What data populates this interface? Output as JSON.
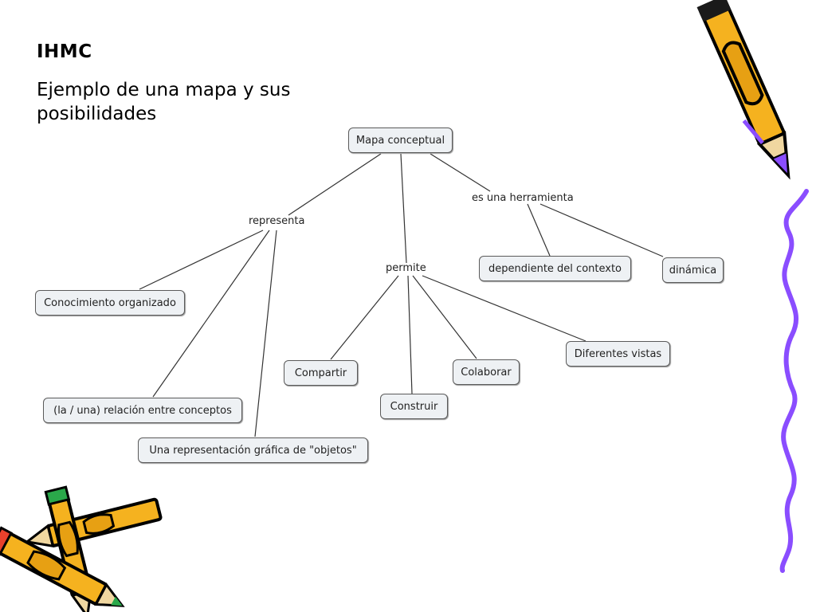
{
  "slide": {
    "title": "IHMC",
    "subtitle": "Ejemplo de una mapa y sus posibilidades"
  },
  "concept_map": {
    "nodes": {
      "mapa": "Mapa conceptual",
      "conocimiento": "Conocimiento organizado",
      "relacion": "(la / una) relación entre conceptos",
      "representacion": "Una representación gráfica de \"objetos\"",
      "compartir": "Compartir",
      "construir": "Construir",
      "colaborar": "Colaborar",
      "vistas": "Diferentes vistas",
      "contexto": "dependiente del contexto",
      "dinamica": "dinámica"
    },
    "links": {
      "representa": "representa",
      "permite": "permite",
      "herramienta": "es una herramienta"
    }
  },
  "colors": {
    "node_fill": "#eef1f4",
    "node_border": "#5a5a5a",
    "connector": "#333333",
    "pencil_body": "#f5b21f",
    "pencil_outline": "#000000",
    "squiggle": "#8a4dff"
  },
  "decorations": [
    "pencil-icon",
    "crossed-pencils-icon",
    "squiggle-line"
  ]
}
